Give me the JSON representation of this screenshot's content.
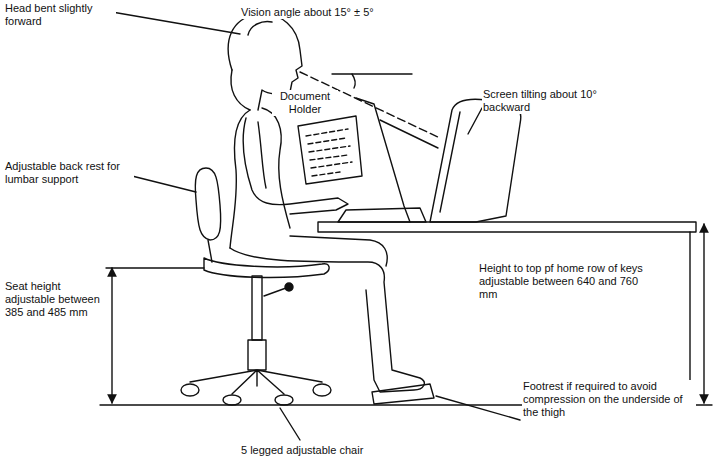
{
  "diagram": {
    "labels": [
      "Head bent slightly forward",
      "Vision angle about 15° ± 5°",
      "Document Holder",
      "Screen tilting about 10° backward",
      "Adjustable back rest for lumbar support",
      "Height to top pf home row of keys adjustable between 640 and 760 mm",
      "Seat height adjustable between 385 and 485 mm",
      "Footrest if required to avoid compression on the underside of the thigh",
      "5 legged adjustable chair"
    ]
  }
}
